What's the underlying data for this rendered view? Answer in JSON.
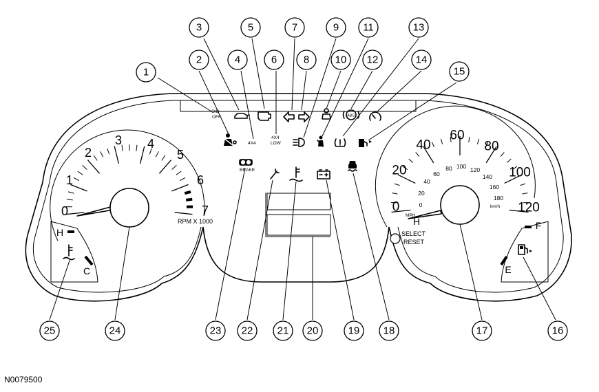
{
  "reference_code": "N0079500",
  "callouts": [
    {
      "number": "1"
    },
    {
      "number": "2"
    },
    {
      "number": "3"
    },
    {
      "number": "4"
    },
    {
      "number": "5"
    },
    {
      "number": "6"
    },
    {
      "number": "7"
    },
    {
      "number": "8"
    },
    {
      "number": "9"
    },
    {
      "number": "10"
    },
    {
      "number": "11"
    },
    {
      "number": "12"
    },
    {
      "number": "13"
    },
    {
      "number": "14"
    },
    {
      "number": "15"
    },
    {
      "number": "16"
    },
    {
      "number": "17"
    },
    {
      "number": "18"
    },
    {
      "number": "19"
    },
    {
      "number": "20"
    },
    {
      "number": "21"
    },
    {
      "number": "22"
    },
    {
      "number": "23"
    },
    {
      "number": "24"
    },
    {
      "number": "25"
    }
  ],
  "tachometer": {
    "numbers": [
      "0",
      "1",
      "2",
      "3",
      "4",
      "5",
      "6",
      "7"
    ],
    "unit_label": "RPM X 1000"
  },
  "speedometer": {
    "mph_numbers": [
      "0",
      "20",
      "40",
      "60",
      "80",
      "100",
      "120"
    ],
    "kmh_numbers": [
      "0",
      "20",
      "40",
      "60",
      "80",
      "100",
      "120",
      "140",
      "160",
      "180"
    ],
    "mph_label": "MPH",
    "kmh_label": "km/h",
    "h_label": "H"
  },
  "select_reset": {
    "line1": "SELECT",
    "line2": "RESET"
  },
  "temp_gauge": {
    "high": "H",
    "low": "C"
  },
  "fuel_gauge": {
    "full": "F",
    "empty": "E"
  },
  "indicators": {
    "od_off_line1": "O/D",
    "od_off_line2": "OFF",
    "fourx4": "4X4",
    "fourx4_low_line1": "4X4",
    "fourx4_low_line2": "LOW",
    "brake": "BRAKE",
    "abs": "ABS"
  }
}
